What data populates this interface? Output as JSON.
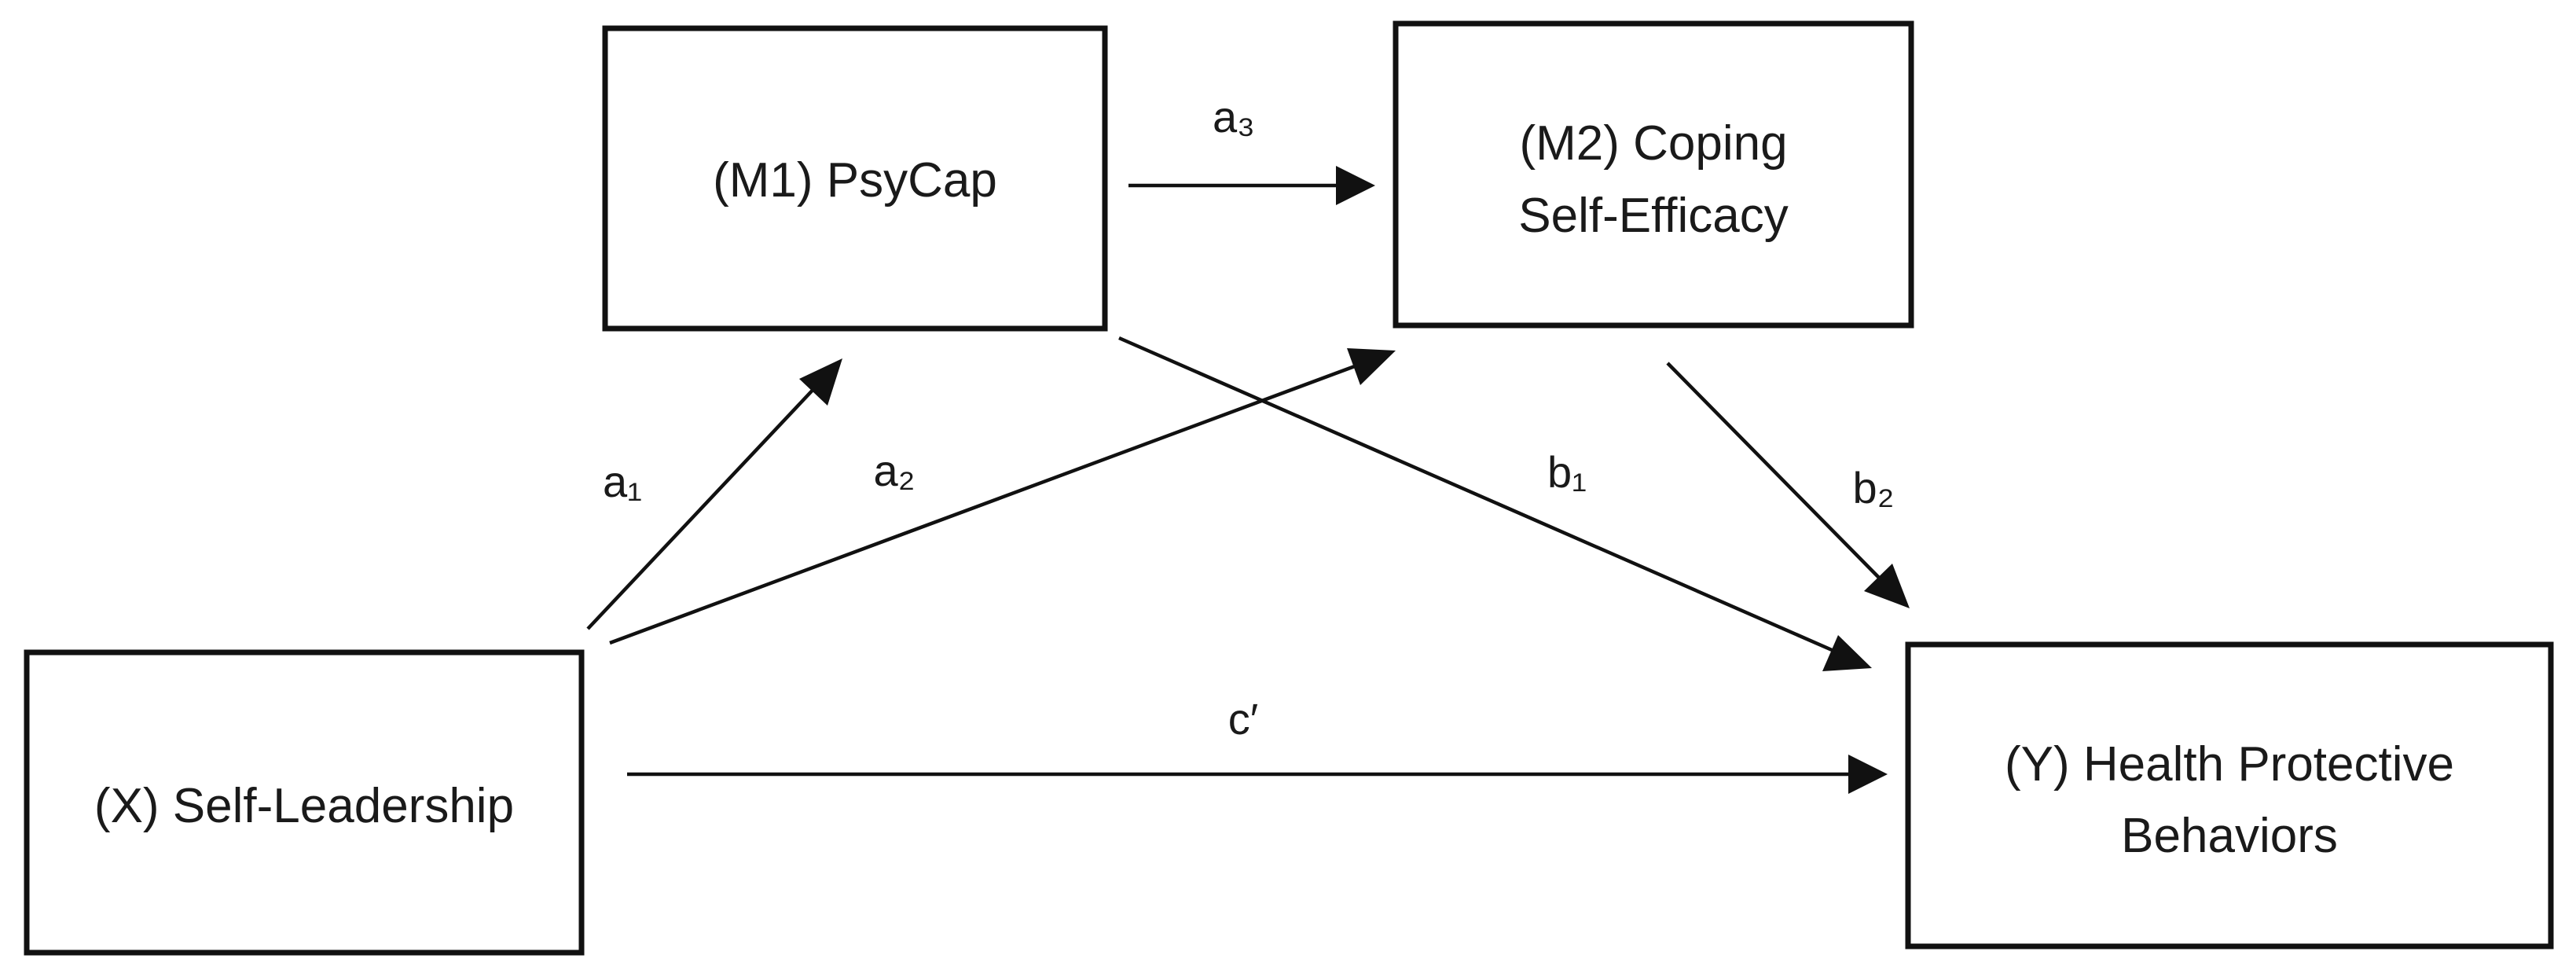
{
  "nodes": {
    "x": {
      "lines": [
        "(X) Self-Leadership"
      ]
    },
    "m1": {
      "lines": [
        "(M1) PsyCap"
      ]
    },
    "m2": {
      "lines": [
        "(M2) Coping",
        "Self-Efficacy"
      ]
    },
    "y": {
      "lines": [
        "(Y) Health Protective",
        "Behaviors"
      ]
    }
  },
  "paths": {
    "a1": {
      "label": "a₁",
      "from": "X",
      "to": "M1"
    },
    "a2": {
      "label": "a₂",
      "from": "X",
      "to": "M2"
    },
    "a3": {
      "label": "a₃",
      "from": "M1",
      "to": "M2"
    },
    "b1": {
      "label": "b₁",
      "from": "M1",
      "to": "Y"
    },
    "b2": {
      "label": "b₂",
      "from": "M2",
      "to": "Y"
    },
    "c_prime": {
      "label": "c′",
      "from": "X",
      "to": "Y"
    }
  },
  "colors": {
    "stroke": "#111111",
    "text": "#1a1a1a",
    "background": "#ffffff"
  }
}
